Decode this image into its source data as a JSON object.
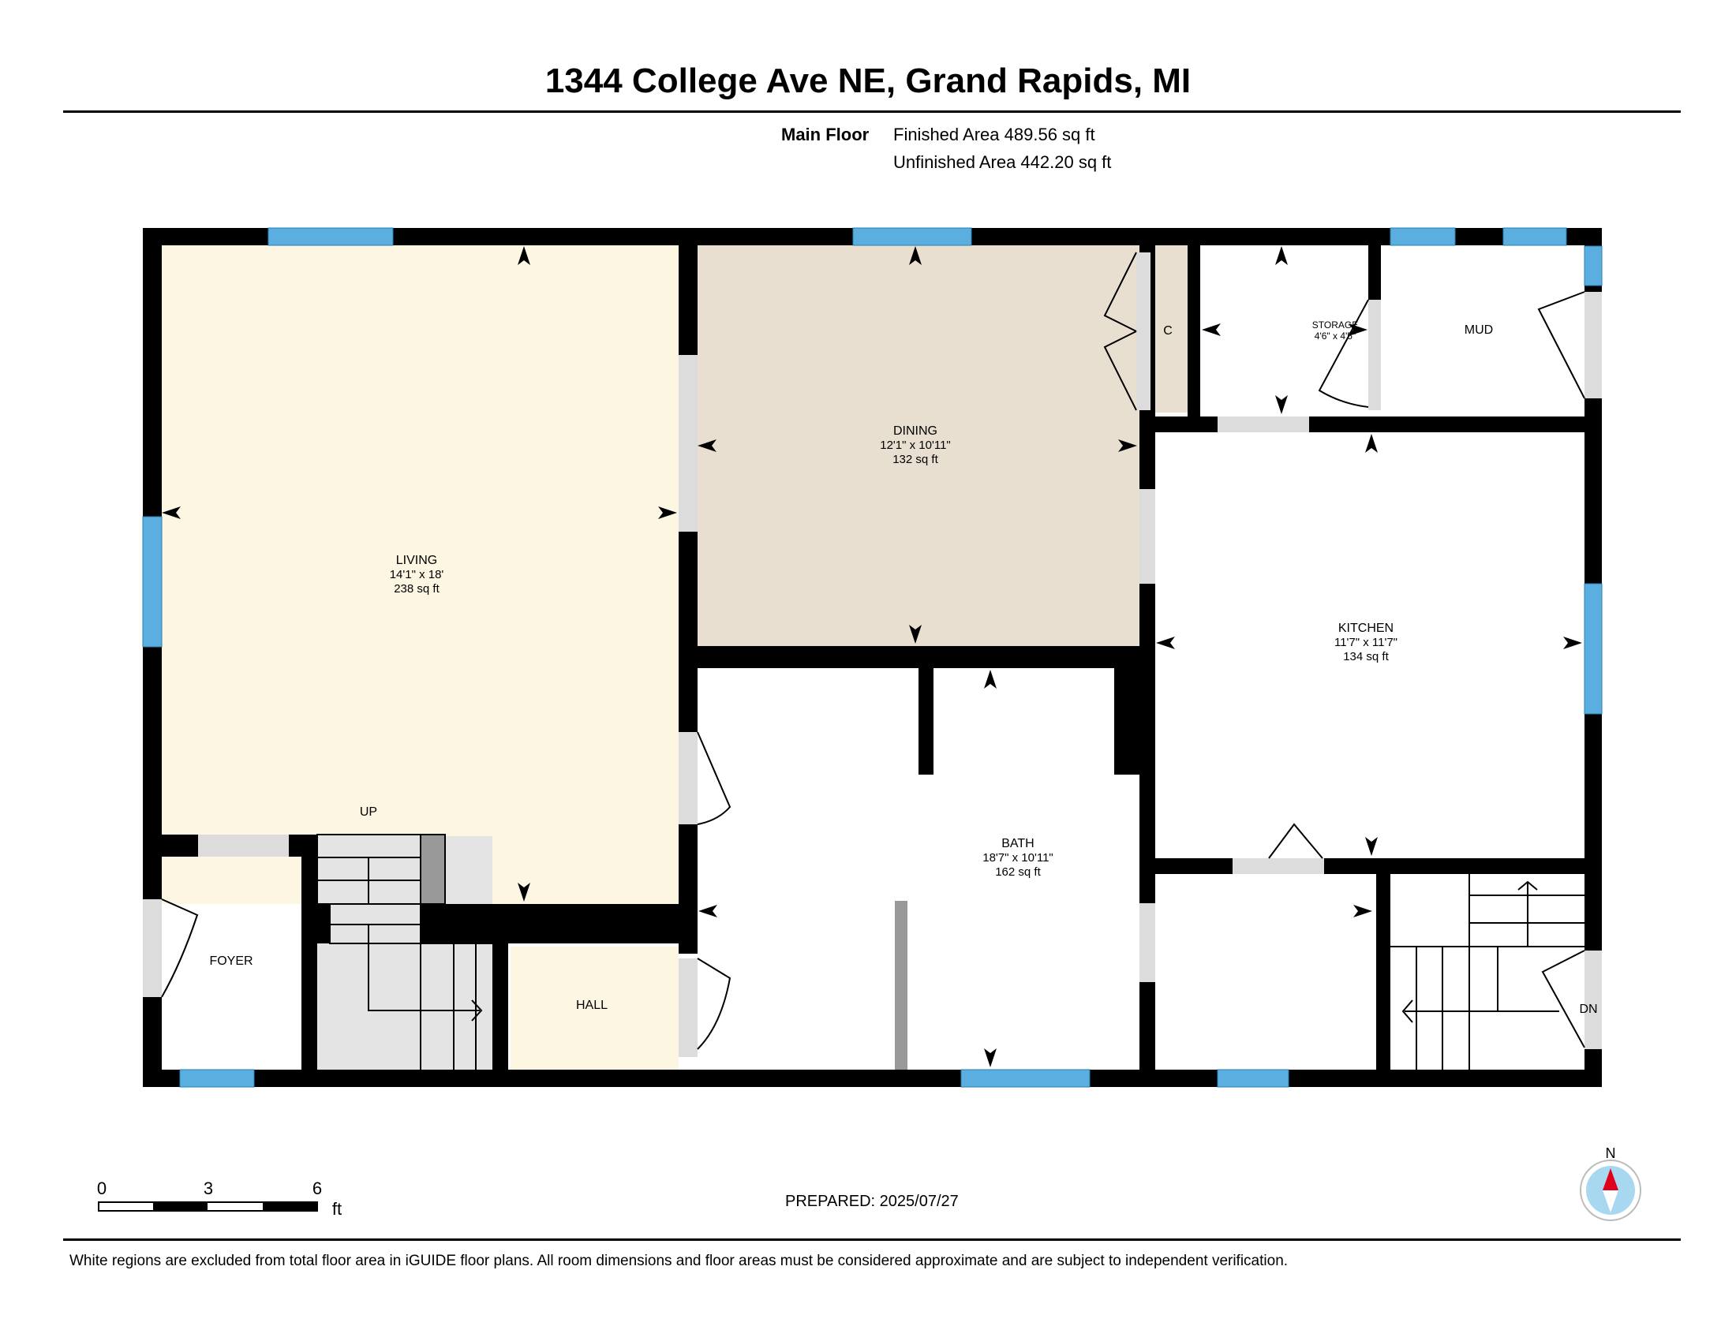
{
  "title": "1344 College Ave NE, Grand Rapids, MI",
  "floor": {
    "name": "Main Floor",
    "finished_area": "Finished Area 489.56 sq ft",
    "unfinished_area": "Unfinished Area 442.20 sq ft"
  },
  "rooms": {
    "living": {
      "name": "LIVING",
      "dims": "14'1\" x 18'",
      "area": "238 sq ft"
    },
    "dining": {
      "name": "DINING",
      "dims": "12'1\" x 10'11\"",
      "area": "132 sq ft"
    },
    "kitchen": {
      "name": "KITCHEN",
      "dims": "11'7\" x 11'7\"",
      "area": "134 sq ft"
    },
    "bath": {
      "name": "BATH",
      "dims": "18'7\" x 10'11\"",
      "area": "162 sq ft"
    },
    "storage": {
      "name": "STORAGE",
      "dims": "4'6\" x 4'5\""
    },
    "mud": {
      "name": "MUD"
    },
    "closet": {
      "name": "C"
    },
    "foyer": {
      "name": "FOYER"
    },
    "hall": {
      "name": "HALL"
    },
    "stairs_up": "UP",
    "stairs_down": "DN"
  },
  "scale_bar": {
    "ticks": [
      "0",
      "3",
      "6"
    ],
    "unit": "ft"
  },
  "compass": {
    "label": "N"
  },
  "prepared": "PREPARED: 2025/07/27",
  "footer_note": "White regions are excluded from total floor area in iGUIDE floor plans. All room dimensions and floor areas must be considered approximate and are subject to independent verification.",
  "colors": {
    "living_fill": "#fdf6e3",
    "dining_fill": "#e8dfd0",
    "hall_fill": "#fdf6e3",
    "wall": "#000000",
    "window": "#5aafe0",
    "opening": "#dcdcdc",
    "compass_arrow": "#e0001a",
    "compass_fill": "#a8d8f0"
  }
}
